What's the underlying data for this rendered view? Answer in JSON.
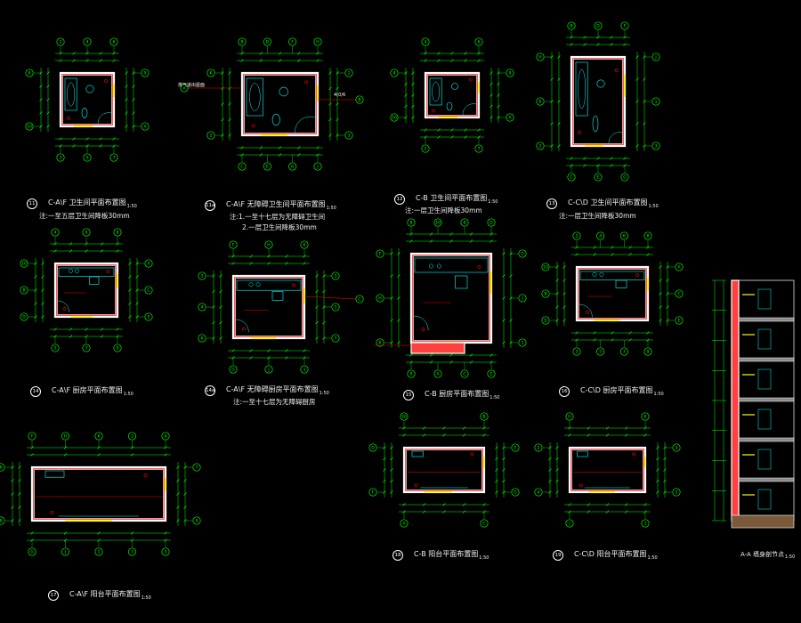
{
  "colors": {
    "background": "#000000",
    "axis_bubble": "#00ff00",
    "dimension": "#00ff00",
    "wall": "#ffffff",
    "wall_fill": "#ff4040",
    "equipment": "#00ffff",
    "window": "#ffff00",
    "pipe": "#ff0000",
    "text": "#ffffff"
  },
  "plans": [
    {
      "id": "p1",
      "num": "11",
      "title": "C-A\\F  卫生间平面布置图",
      "scale": "1:50",
      "notes": [
        "注:一至五层卫生间降板30mm"
      ]
    },
    {
      "id": "p2",
      "num": "11a",
      "title": "C-A\\F  无障碍卫生间平面布置图",
      "scale": "1:50",
      "notes": [
        "注:1.一至十七层为无障碍卫生间",
        "2.一层卫生间降板30mm"
      ]
    },
    {
      "id": "p3",
      "num": "12",
      "title": "C-B  卫生间平面布置图",
      "scale": "1:50",
      "notes": [
        "注:一层卫生间降板30mm"
      ]
    },
    {
      "id": "p4",
      "num": "13",
      "title": "C-C\\D  卫生间平面布置图",
      "scale": "1:50",
      "notes": [
        "注:一层卫生间降板30mm"
      ]
    },
    {
      "id": "p5",
      "num": "14",
      "title": "C-A\\F  厨房平面布置图",
      "scale": "1:50",
      "notes": []
    },
    {
      "id": "p6",
      "num": "14a",
      "title": "C-A\\F  无障碍厨房平面布置图",
      "scale": "1:50",
      "notes": [
        "注:一至十七层为无障碍厨房"
      ]
    },
    {
      "id": "p7",
      "num": "15",
      "title": "C-B  厨房平面布置图",
      "scale": "1:50",
      "notes": []
    },
    {
      "id": "p8",
      "num": "16",
      "title": "C-C\\D  厨房平面布置图",
      "scale": "1:50",
      "notes": []
    },
    {
      "id": "p9",
      "num": "17",
      "title": "C-A\\F  阳台平面布置图",
      "scale": "1:50",
      "notes": []
    },
    {
      "id": "p10",
      "num": "18",
      "title": "C-B  阳台平面布置图",
      "scale": "1:50",
      "notes": []
    },
    {
      "id": "p11",
      "num": "19",
      "title": "C-C\\D  阳台平面布置图",
      "scale": "1:50",
      "notes": []
    },
    {
      "id": "p12",
      "num": "",
      "title": "A-A  墙身剖节点",
      "scale": "1:50",
      "notes": []
    }
  ],
  "callout_text": "排气道出屋面",
  "callout_value": "4(0/6",
  "bubble_labels": [
    "1",
    "2",
    "3",
    "4",
    "5",
    "6",
    "7",
    "8",
    "9",
    "10",
    "A",
    "B",
    "C",
    "D",
    "E",
    "F",
    "G",
    "H",
    "J",
    "K"
  ]
}
